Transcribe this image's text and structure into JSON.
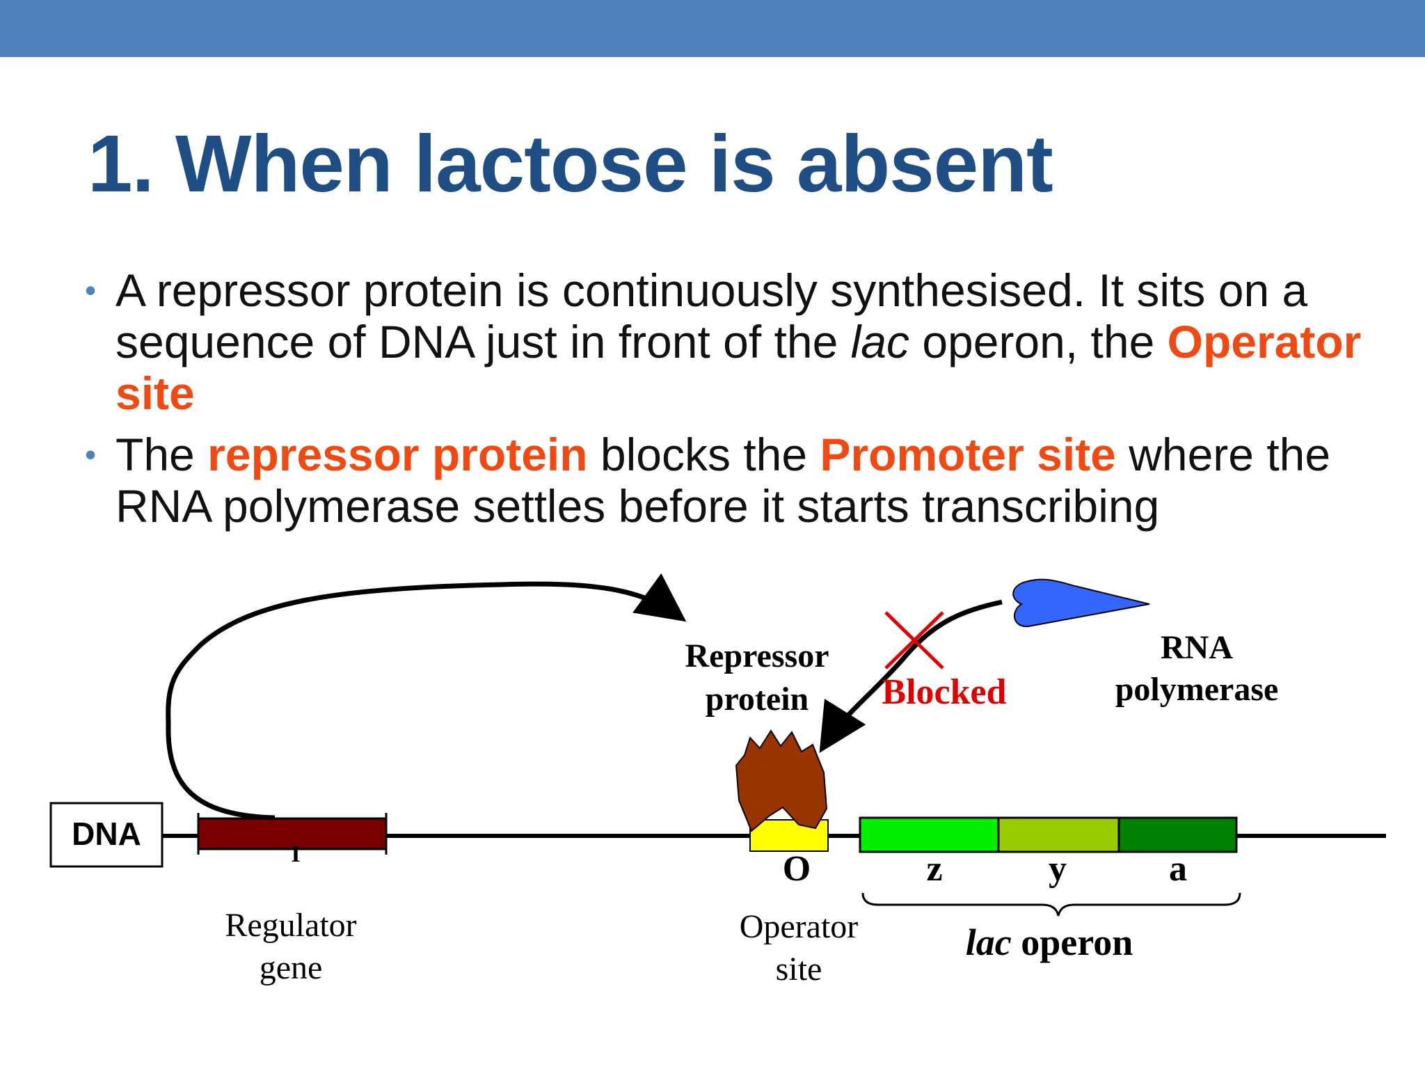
{
  "slide": {
    "title": "1. When lactose is absent",
    "bullet1": {
      "text_a": "A repressor protein is continuously synthesised. It sits on a sequence of DNA just in front of the ",
      "italic": "lac",
      "text_b": " operon, the ",
      "highlight": "Operator site"
    },
    "bullet2": {
      "text_a": "The ",
      "highlight1": "repressor protein",
      "text_b": " blocks the ",
      "highlight2": "Promoter site",
      "text_c": " where the RNA polymerase settles before it starts transcribing"
    }
  },
  "diagram": {
    "dna_label": "DNA",
    "regulator_gene_mark": "I",
    "regulator_label_line1": "Regulator",
    "regulator_label_line2": "gene",
    "repressor_label_line1": "Repressor",
    "repressor_label_line2": "protein",
    "operator_letter": "O",
    "operator_label_line1": "Operator",
    "operator_label_line2": "site",
    "blocked_label": "Blocked",
    "rna_pol_line1": "RNA",
    "rna_pol_line2": "polymerase",
    "genes": [
      "z",
      "y",
      "a"
    ],
    "lac_operon_italic": "lac",
    "lac_operon_rest": " operon"
  },
  "colors": {
    "top_bar": "#4F81BD",
    "title": "#1F4E85",
    "highlight": "#F04A12",
    "regulator_gene": "#7A0000",
    "repressor": "#993300",
    "operator": "#FFFF00",
    "gene_z": "#00EE00",
    "gene_y": "#99CC00",
    "gene_a": "#008000",
    "rna_polymerase": "#3366FF",
    "blocked": "#E00000"
  }
}
